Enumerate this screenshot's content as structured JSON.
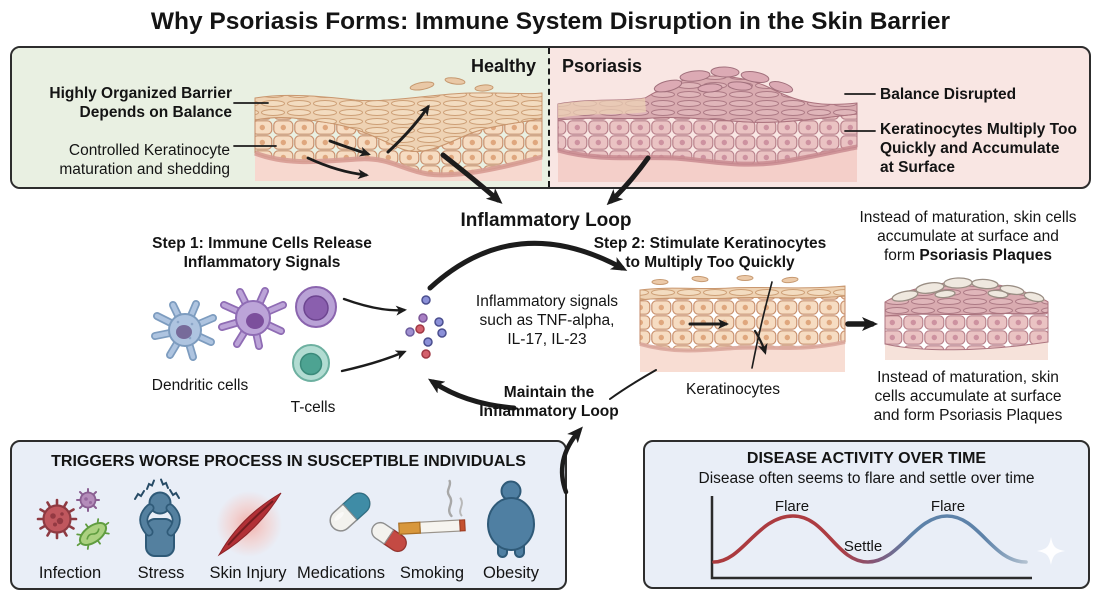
{
  "title": "Why Psoriasis Forms: Immune System Disruption in the Skin Barrier",
  "top_panel": {
    "healthy": {
      "label": "Healthy",
      "annotation_bold": "Highly Organized Barrier\nDepends on Balance",
      "annotation": "Controlled Keratinocyte\nmaturation and shedding"
    },
    "psoriasis": {
      "label": "Psoriasis",
      "annotation1": "Balance Disrupted",
      "annotation2": "Keratinocytes Multiply Too\nQuickly and Accumulate\nat Surface"
    }
  },
  "loop": {
    "heading": "Inflammatory Loop",
    "step1": "Step 1: Immune Cells Release\nInflammatory Signals",
    "step2": "Step 2: Stimulate Keratinocytes\nto Multiply Too Quickly",
    "dendritic_label": "Dendritic cells",
    "tcell_label": "T-cells",
    "signals": "Inflammatory signals\nsuch as TNF-alpha,\nIL-17, IL-23",
    "maintain": "Maintain the\nInflammatory Loop",
    "keratinocytes_label": "Keratinocytes",
    "result_top": {
      "line1": "Instead of maturation, skin cells",
      "line2": "accumulate at surface and",
      "line3_pre": "form ",
      "line3_bold": "Psoriasis Plaques"
    },
    "result_bottom": "Instead of maturation, skin\ncells accumulate at surface\nand form Psoriasis Plaques"
  },
  "triggers": {
    "title": "TRIGGERS WORSE PROCESS IN SUSCEPTIBLE INDIVIDUALS",
    "items": [
      {
        "label": "Infection",
        "icon": "virus-bacteria-icon"
      },
      {
        "label": "Stress",
        "icon": "stressed-person-icon"
      },
      {
        "label": "Skin Injury",
        "icon": "wound-icon"
      },
      {
        "label": "Medications",
        "icon": "capsules-icon"
      },
      {
        "label": "Smoking",
        "icon": "cigarette-icon"
      },
      {
        "label": "Obesity",
        "icon": "obese-person-icon"
      }
    ]
  },
  "activity": {
    "title": "DISEASE ACTIVITY OVER TIME",
    "subtitle": "Disease often seems to flare and settle over time",
    "flare1": "Flare",
    "settle": "Settle",
    "flare2": "Flare"
  },
  "chart_data": {
    "type": "line",
    "title": "DISEASE ACTIVITY OVER TIME",
    "subtitle": "Disease often seems to flare and settle over time",
    "xlabel": "",
    "ylabel": "",
    "axes": "unlabeled L-shaped axes, no ticks, no gridlines",
    "series": [
      {
        "name": "Disease activity",
        "description": "two smooth symmetric humps (flare, settle, flare)",
        "points_norm_x_y": [
          [
            0.0,
            0.05
          ],
          [
            0.25,
            0.95
          ],
          [
            0.49,
            0.05
          ],
          [
            0.74,
            0.95
          ],
          [
            1.0,
            0.05
          ]
        ],
        "segment_colors": [
          "#ab3a3e",
          "#5d82a9"
        ]
      }
    ],
    "annotations": [
      "Flare",
      "Settle",
      "Flare"
    ]
  },
  "colors": {
    "healthy_bg": "#e9f0e2",
    "psoriasis_bg": "#f9e6e3",
    "panel_blue_bg": "#e9eef7",
    "panel_border": "#2d2d2d",
    "flare_red": "#ab3a3e",
    "flare_blue": "#5d82a9",
    "text": "#141414"
  }
}
